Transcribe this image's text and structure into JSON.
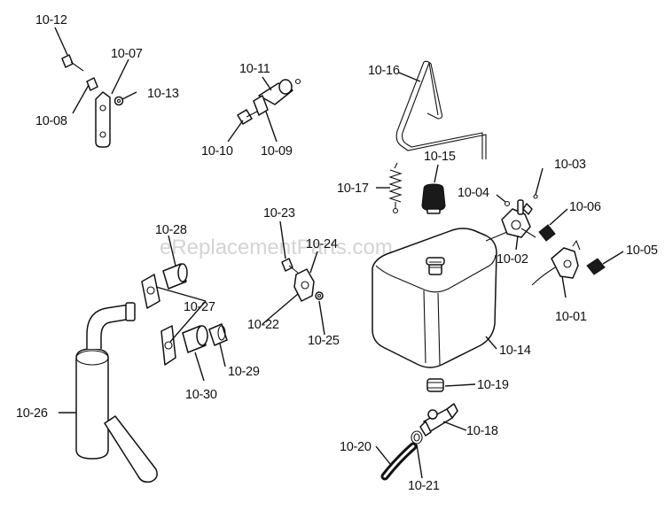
{
  "watermark": "eReplacementParts.com",
  "callouts": [
    {
      "id": "10-01",
      "text": "10-01"
    },
    {
      "id": "10-02",
      "text": "10-02"
    },
    {
      "id": "10-03",
      "text": "10-03"
    },
    {
      "id": "10-04",
      "text": "10-04"
    },
    {
      "id": "10-05",
      "text": "10-05"
    },
    {
      "id": "10-06",
      "text": "10-06"
    },
    {
      "id": "10-07",
      "text": "10-07"
    },
    {
      "id": "10-08",
      "text": "10-08"
    },
    {
      "id": "10-09",
      "text": "10-09"
    },
    {
      "id": "10-10",
      "text": "10-10"
    },
    {
      "id": "10-11",
      "text": "10-11"
    },
    {
      "id": "10-12",
      "text": "10-12"
    },
    {
      "id": "10-13",
      "text": "10-13"
    },
    {
      "id": "10-14",
      "text": "10-14"
    },
    {
      "id": "10-15",
      "text": "10-15"
    },
    {
      "id": "10-16",
      "text": "10-16"
    },
    {
      "id": "10-17",
      "text": "10-17"
    },
    {
      "id": "10-18",
      "text": "10-18"
    },
    {
      "id": "10-19",
      "text": "10-19"
    },
    {
      "id": "10-20",
      "text": "10-20"
    },
    {
      "id": "10-21",
      "text": "10-21"
    },
    {
      "id": "10-22",
      "text": "10-22"
    },
    {
      "id": "10-23",
      "text": "10-23"
    },
    {
      "id": "10-24",
      "text": "10-24"
    },
    {
      "id": "10-25",
      "text": "10-25"
    },
    {
      "id": "10-26",
      "text": "10-26"
    },
    {
      "id": "10-27",
      "text": "10-27"
    },
    {
      "id": "10-28",
      "text": "10-28"
    },
    {
      "id": "10-29",
      "text": "10-29"
    },
    {
      "id": "10-30",
      "text": "10-30"
    }
  ]
}
